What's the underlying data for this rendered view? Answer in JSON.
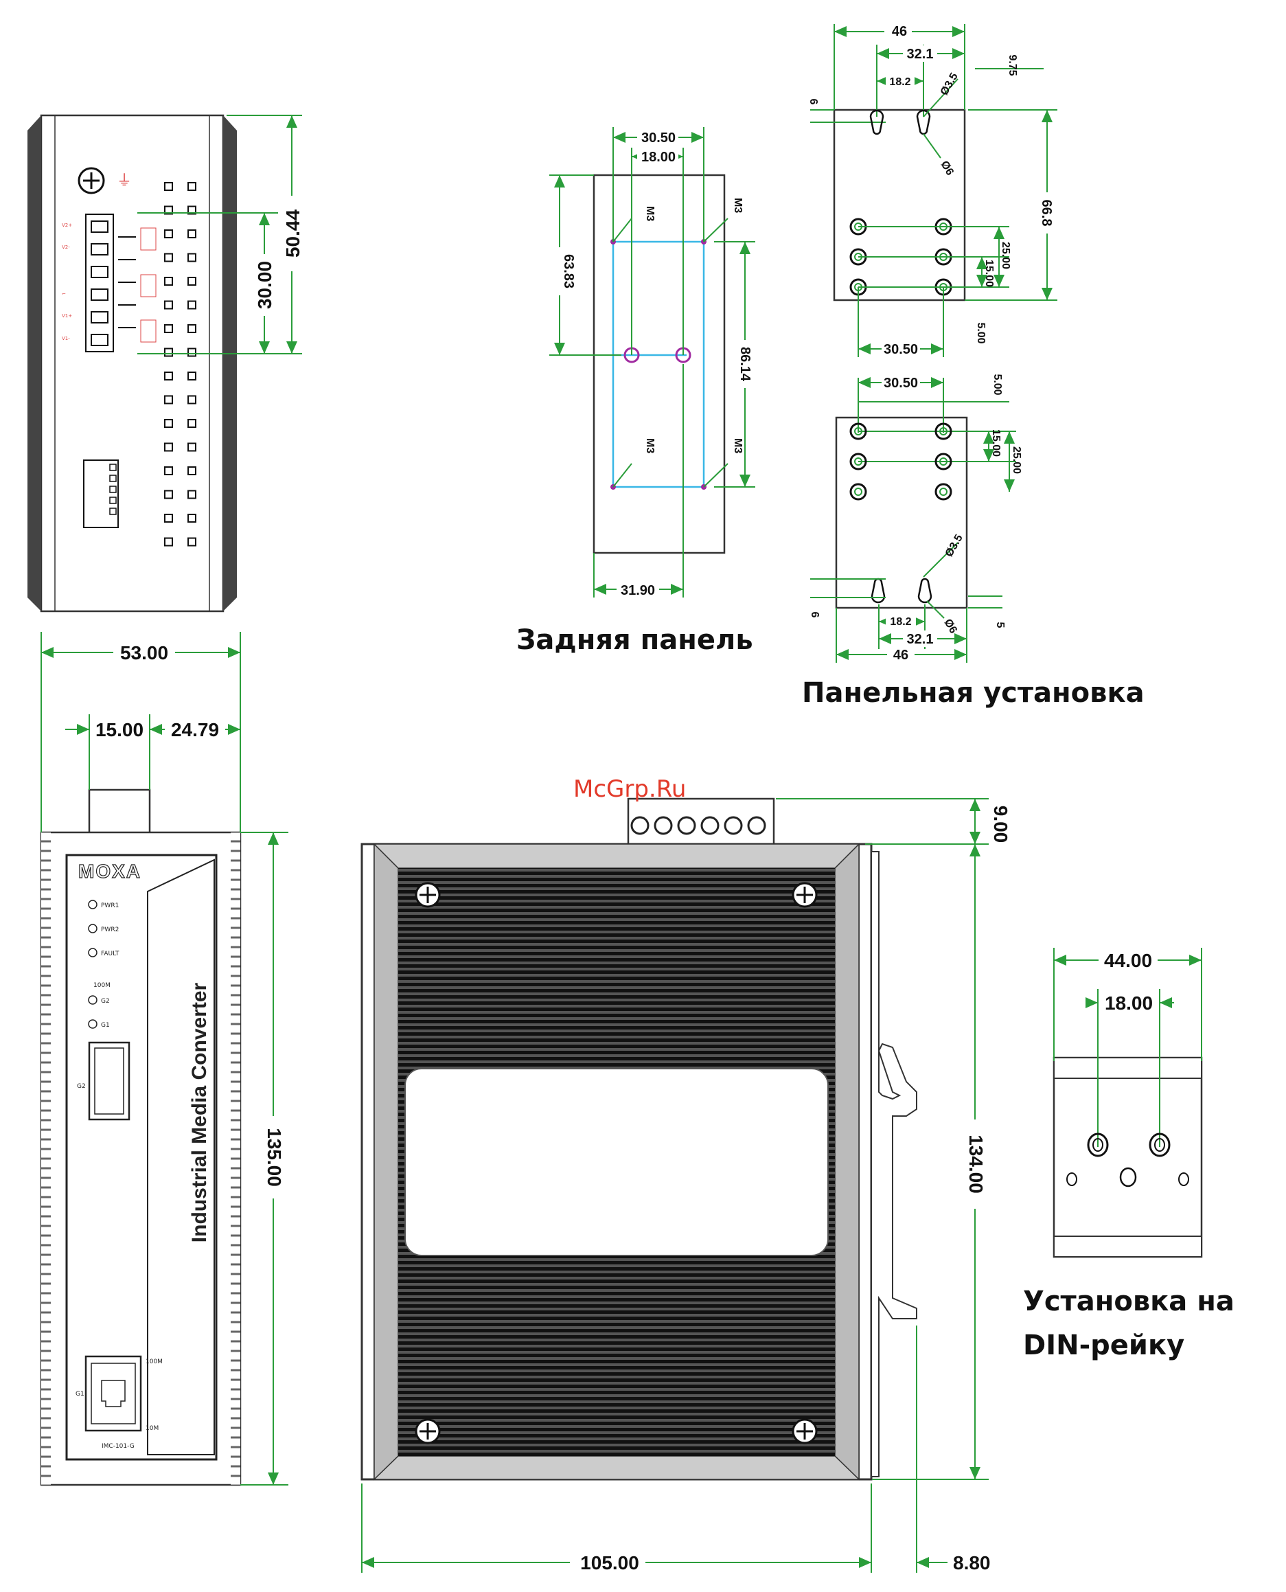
{
  "views": {
    "top": {
      "dims": [
        "30.00",
        "50.44"
      ]
    },
    "rear": {
      "caption": "Задняя панель",
      "dims": [
        "30.50",
        "18.00",
        "63.83",
        "86.14",
        "31.90"
      ],
      "hole_label": "M3"
    },
    "panel": {
      "caption": "Панельная установка",
      "dims_top": [
        "46",
        "32.1",
        "18.2",
        "9.75",
        "6",
        "66.8",
        "25.00",
        "15.00",
        "5.00",
        "30.50",
        "Ø3.5",
        "Ø6"
      ],
      "dims_bottom": [
        "30.50",
        "5.00",
        "15.00",
        "25.00",
        "Ø3.5",
        "Ø6",
        "6",
        "5",
        "18.2",
        "32.1",
        "46"
      ]
    },
    "front": {
      "dims": [
        "53.00",
        "15.00",
        "24.79",
        "135.00"
      ],
      "brand": "MOXA",
      "product": "Industrial Media Converter",
      "leds": [
        "PWR1",
        "PWR2",
        "FAULT"
      ],
      "speed_label": "100M",
      "ports": [
        "G2",
        "G1"
      ],
      "port_labels": [
        "G2",
        "G1",
        "100M",
        "10M"
      ],
      "model": "IMC-101-G"
    },
    "side": {
      "dims": [
        "9.00",
        "134.00",
        "105.00",
        "8.80"
      ]
    },
    "din": {
      "caption_line1": "Установка на",
      "caption_line2": "DIN-рейку",
      "dims": [
        "44.00",
        "18.00"
      ]
    }
  },
  "watermark": "McGrp.Ru",
  "colors": {
    "dimension_line": "#2a9d3a",
    "outline": "#333333",
    "rear_frame": "#39b7e6",
    "watermark": "#e23a2a"
  }
}
